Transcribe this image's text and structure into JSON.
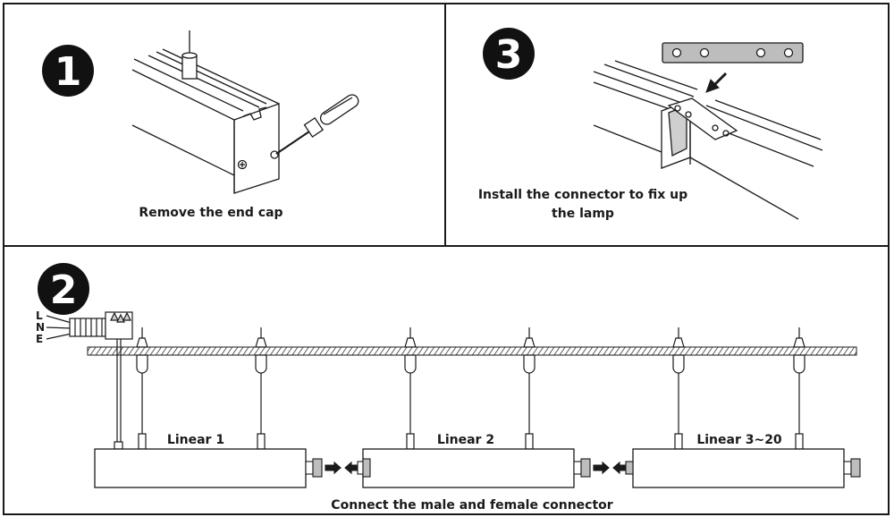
{
  "steps": {
    "step1": {
      "number": "1",
      "caption": "Remove the end cap"
    },
    "step3": {
      "number": "3",
      "caption_line1": "Install the connector to fix up",
      "caption_line2": "the lamp"
    },
    "step2": {
      "number": "2",
      "caption": "Connect the male and female connector"
    }
  },
  "wiring": {
    "l": "L",
    "n": "N",
    "e": "E"
  },
  "lamps": [
    {
      "label": "Linear 1"
    },
    {
      "label": "Linear 2"
    },
    {
      "label": "Linear 3~20"
    }
  ],
  "colors": {
    "ink": "#1a1a1a",
    "panel_border": "#1a1a1a",
    "connector_fill": "#bdbdbd",
    "badge": "#111111"
  }
}
